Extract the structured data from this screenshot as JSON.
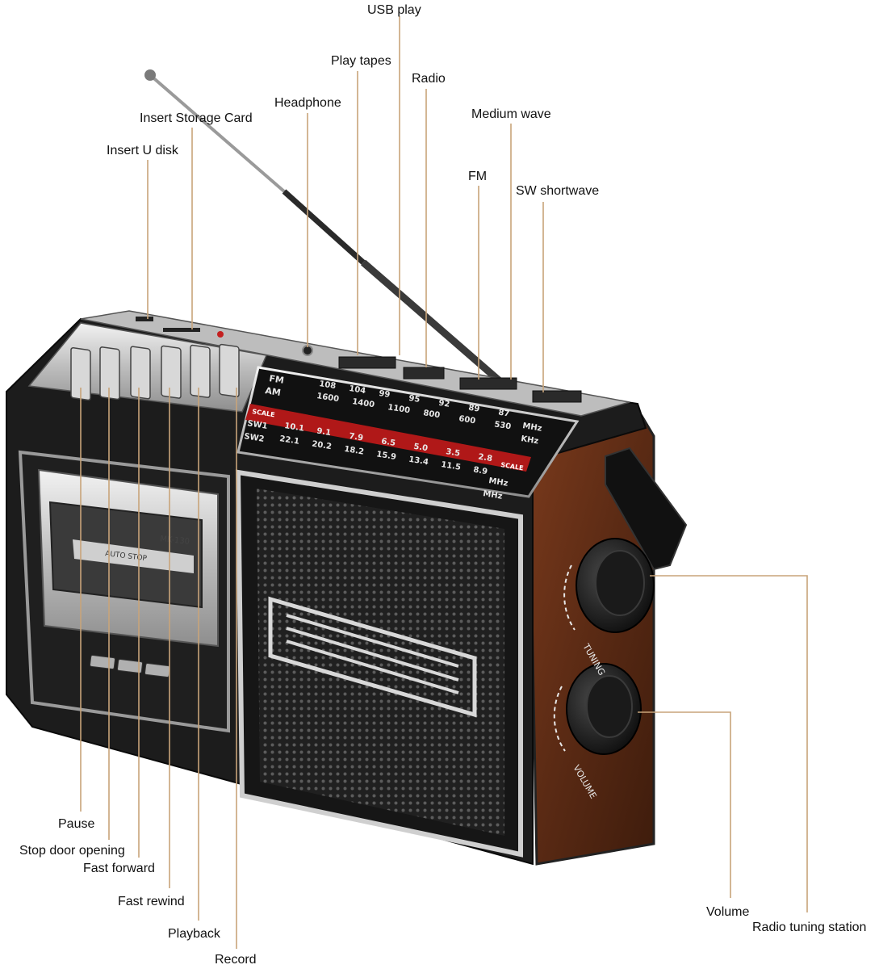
{
  "callouts": {
    "usb_play": "USB play",
    "play_tapes": "Play tapes",
    "radio": "Radio",
    "headphone": "Headphone",
    "insert_storage_card": "Insert Storage Card",
    "insert_u_disk": "Insert U disk",
    "medium_wave": "Medium wave",
    "fm": "FM",
    "sw_shortwave": "SW shortwave",
    "pause": "Pause",
    "stop_door_opening": "Stop door opening",
    "fast_forward": "Fast forward",
    "fast_rewind": "Fast rewind",
    "playback": "Playback",
    "record": "Record",
    "volume": "Volume",
    "radio_tuning_station": "Radio tuning station"
  },
  "device": {
    "model": "MK-130",
    "auto_stop": "AUTO STOP",
    "tuning_label": "TUNING",
    "volume_label": "VOLUME",
    "dial": {
      "fm_label": "FM",
      "am_label": "AM",
      "sw1_label": "SW1",
      "sw2_label": "SW2",
      "scale_label": "SCALE",
      "fm_values": [
        "108",
        "104",
        "99",
        "95",
        "92",
        "89",
        "87"
      ],
      "am_values": [
        "1600",
        "1400",
        "1100",
        "800",
        "600",
        "530"
      ],
      "sw1_values": [
        "10.1",
        "9.1",
        "7.9",
        "6.5",
        "5.0",
        "3.5",
        "2.8"
      ],
      "sw2_values": [
        "22.1",
        "20.2",
        "18.2",
        "15.9",
        "13.4",
        "11.5",
        "8.9"
      ],
      "units": [
        "MHz",
        "KHz",
        "MHz",
        "MHz"
      ]
    }
  },
  "colors": {
    "body": "#1c1c1c",
    "wood": "#5a2a14",
    "chrome": "#c9c9c9",
    "dial_red": "#b01818",
    "leader_line": "#c8a47a"
  }
}
